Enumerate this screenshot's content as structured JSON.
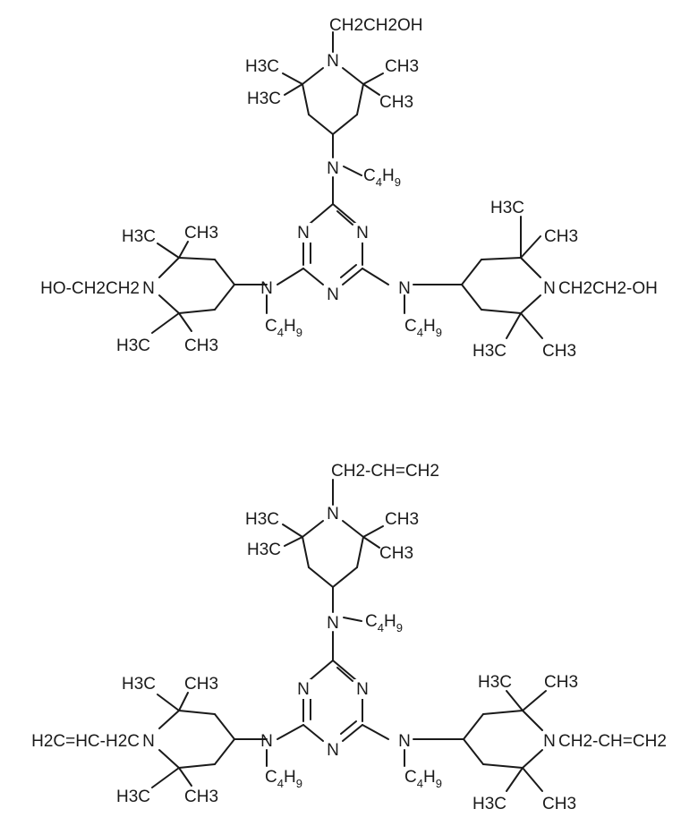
{
  "structure_1": {
    "triazine_n": [
      "N",
      "N",
      "N"
    ],
    "amine_n": [
      "N",
      "N",
      "N"
    ],
    "butyl": [
      {
        "main": "C",
        "sub": "4",
        "tail": "H",
        "tail_sub": "9"
      },
      {
        "main": "C",
        "sub": "4",
        "tail": "H",
        "tail_sub": "9"
      },
      {
        "main": "C",
        "sub": "4",
        "tail": "H",
        "tail_sub": "9"
      }
    ],
    "top_ring": {
      "n": "N",
      "chain": "CH2CH2OH",
      "methyls": [
        "H3C",
        "CH3",
        "H3C",
        "CH3"
      ]
    },
    "left_ring": {
      "n": "N",
      "chain": "HO-CH2CH2",
      "methyls": [
        "H3C",
        "CH3",
        "H3C",
        "CH3"
      ]
    },
    "right_ring": {
      "n": "N",
      "chain": "CH2CH2-OH",
      "methyls": [
        "H3C",
        "CH3",
        "H3C",
        "CH3"
      ]
    }
  },
  "structure_2": {
    "triazine_n": [
      "N",
      "N",
      "N"
    ],
    "amine_n": [
      "N",
      "N",
      "N"
    ],
    "butyl": [
      {
        "main": "C",
        "sub": "4",
        "tail": "H",
        "tail_sub": "9"
      },
      {
        "main": "C",
        "sub": "4",
        "tail": "H",
        "tail_sub": "9"
      },
      {
        "main": "C",
        "sub": "4",
        "tail": "H",
        "tail_sub": "9"
      }
    ],
    "top_ring": {
      "n": "N",
      "chain": "CH2-CH=CH2",
      "methyls": [
        "H3C",
        "CH3",
        "H3C",
        "CH3"
      ]
    },
    "left_ring": {
      "n": "N",
      "chain": "H2C=HC-H2C",
      "methyls": [
        "H3C",
        "CH3",
        "H3C",
        "CH3"
      ]
    },
    "right_ring": {
      "n": "N",
      "chain": "CH2-CH=CH2",
      "methyls": [
        "H3C",
        "CH3",
        "H3C",
        "CH3"
      ]
    }
  },
  "colors": {
    "ink": "#1a1a1a",
    "background": "#ffffff"
  }
}
